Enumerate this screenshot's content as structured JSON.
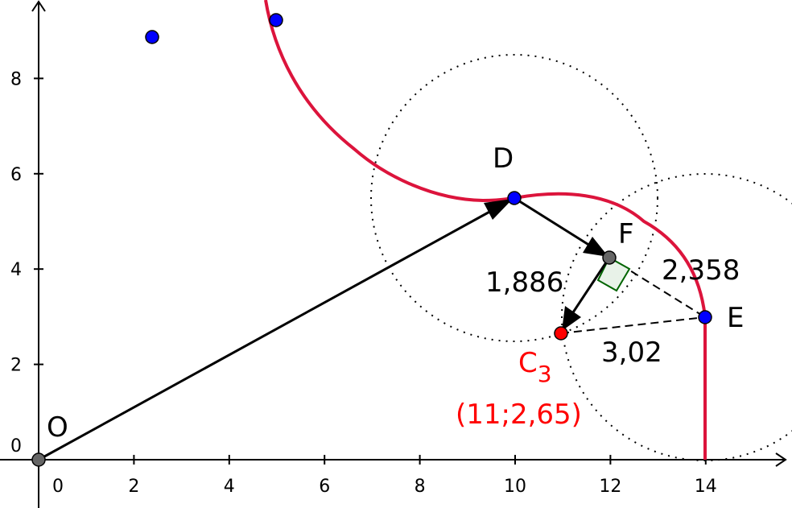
{
  "axes": {
    "x_ticks": [
      "0",
      "2",
      "4",
      "6",
      "8",
      "10",
      "12",
      "14"
    ],
    "y_ticks": [
      "0",
      "2",
      "4",
      "6",
      "8"
    ]
  },
  "points": {
    "O": {
      "label": "O",
      "x": 0,
      "y": 0,
      "color": "#666666"
    },
    "D": {
      "label": "D",
      "x": 10,
      "y": 5.5,
      "color": "#0000ff"
    },
    "F": {
      "label": "F",
      "x": 12,
      "y": 4.25,
      "color": "#666666"
    },
    "E": {
      "label": "E",
      "x": 14,
      "y": 3,
      "color": "#0000ff"
    },
    "C3": {
      "label": "C",
      "subscript": "3",
      "coords": "(11;2,65)",
      "x": 11,
      "y": 2.65,
      "color": "#ff0000"
    },
    "P1": {
      "x": 2.4,
      "y": 8.9,
      "color": "#0000ff"
    },
    "P2": {
      "x": 5,
      "y": 9.25,
      "color": "#0000ff"
    }
  },
  "measures": {
    "CF": "1,886",
    "FE": "2,358",
    "CE": "3,02"
  },
  "colors": {
    "curve": "#dc143c",
    "axis": "#000000",
    "right_angle_fill": "#e8f2e8",
    "right_angle_stroke": "#006400"
  }
}
